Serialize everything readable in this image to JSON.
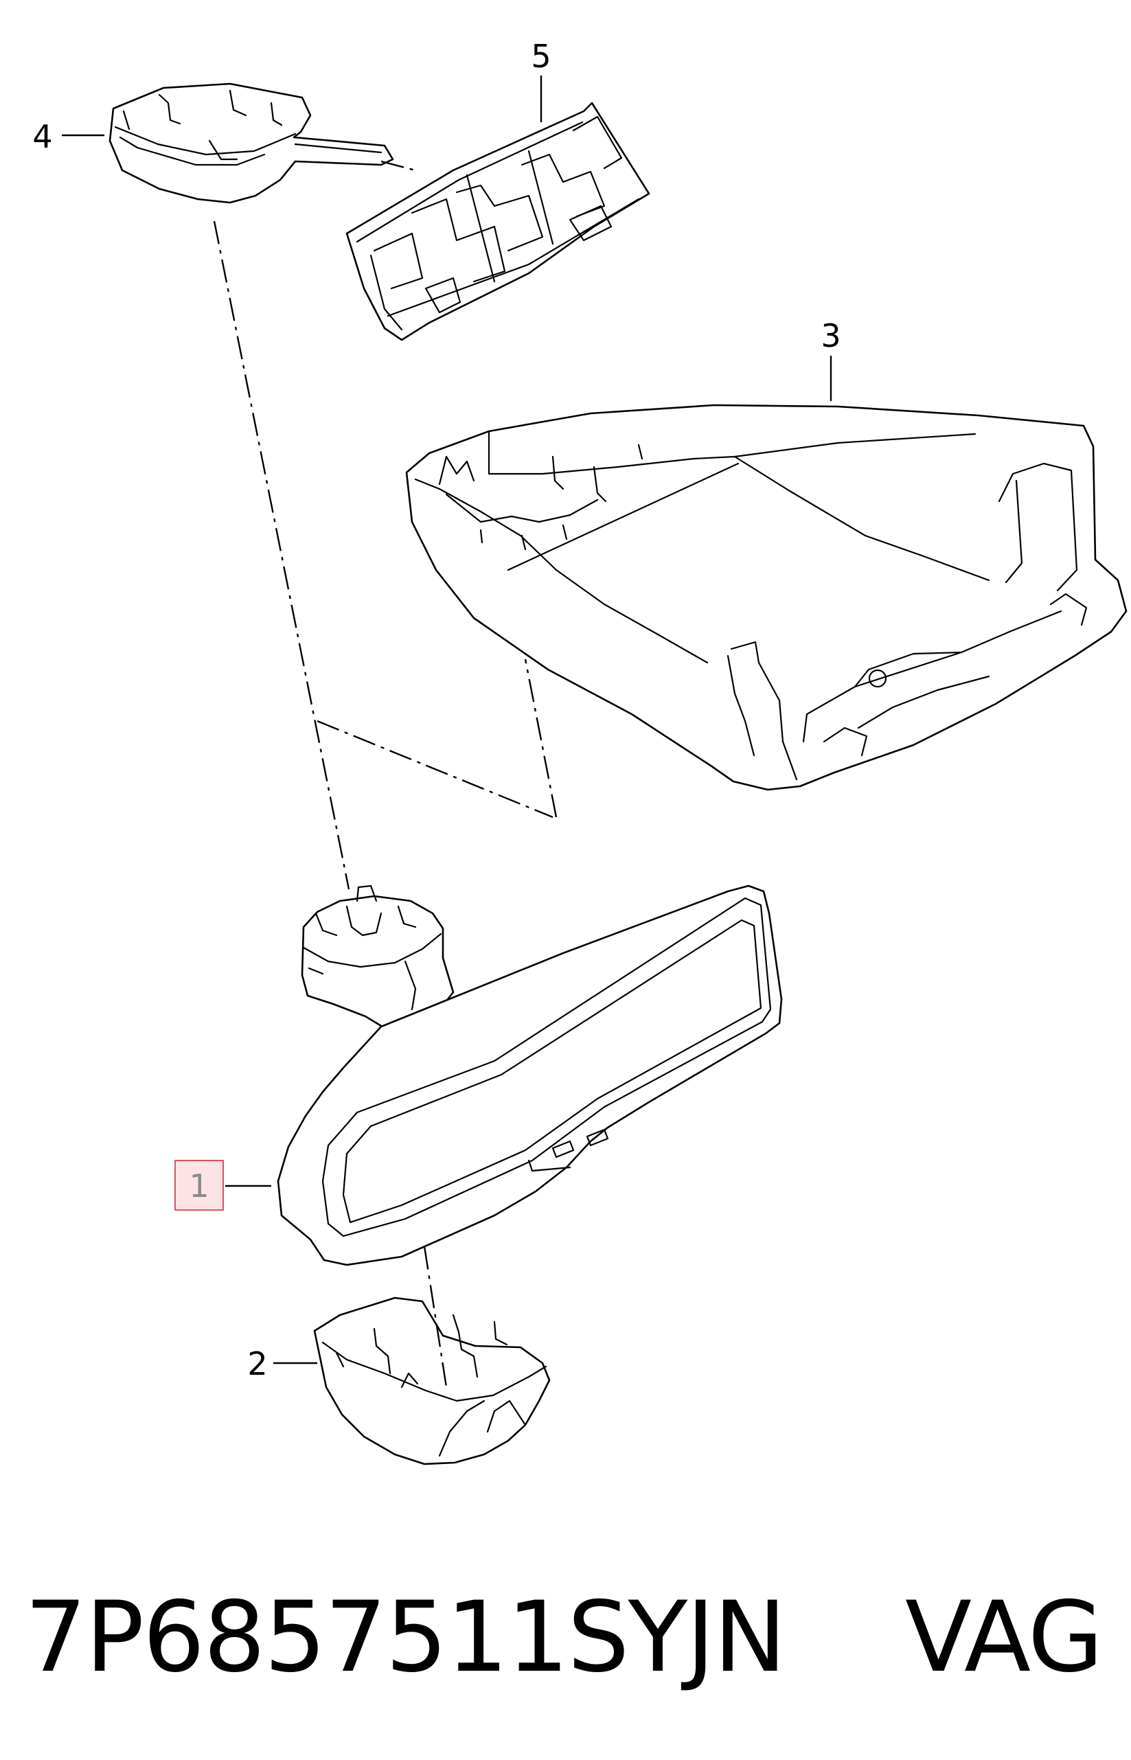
{
  "diagram": {
    "callouts": [
      {
        "id": "1",
        "label": "1",
        "highlighted": true
      },
      {
        "id": "2",
        "label": "2",
        "highlighted": false
      },
      {
        "id": "3",
        "label": "3",
        "highlighted": false
      },
      {
        "id": "4",
        "label": "4",
        "highlighted": false
      },
      {
        "id": "5",
        "label": "5",
        "highlighted": false
      }
    ],
    "highlight_fill": "#fde3e6",
    "highlight_stroke": "#d9535f",
    "line_color": "#000000"
  },
  "footer": {
    "part_number": "7P6857511SYJN",
    "brand": "VAG"
  }
}
